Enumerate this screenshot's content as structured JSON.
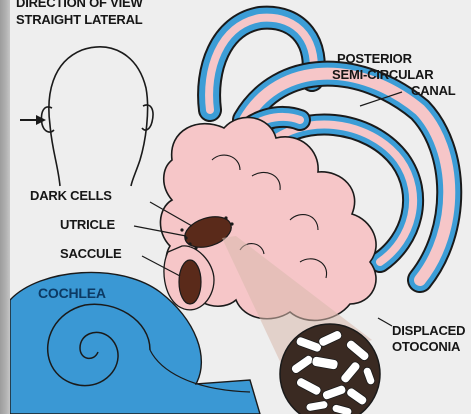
{
  "labels": {
    "direction_line1": "DIRECTION OF VIEW",
    "direction_line2": "STRAIGHT LATERAL",
    "posterior_line1": "POSTERIOR",
    "posterior_line2": "SEMI-CIRCULAR",
    "posterior_line3": "CANAL",
    "dark_cells": "DARK CELLS",
    "utricle": "UTRICLE",
    "saccule": "SACCULE",
    "cochlea": "COCHLEA",
    "displaced_line1": "DISPLACED",
    "displaced_line2": "OTOCONIA"
  },
  "colors": {
    "membrane_pink": "#f6c6c8",
    "canal_blue": "#3c9dd6",
    "cochlea_blue": "#3a98d4",
    "macula_brown": "#5a2a1a",
    "outline": "#1a1a1a"
  }
}
